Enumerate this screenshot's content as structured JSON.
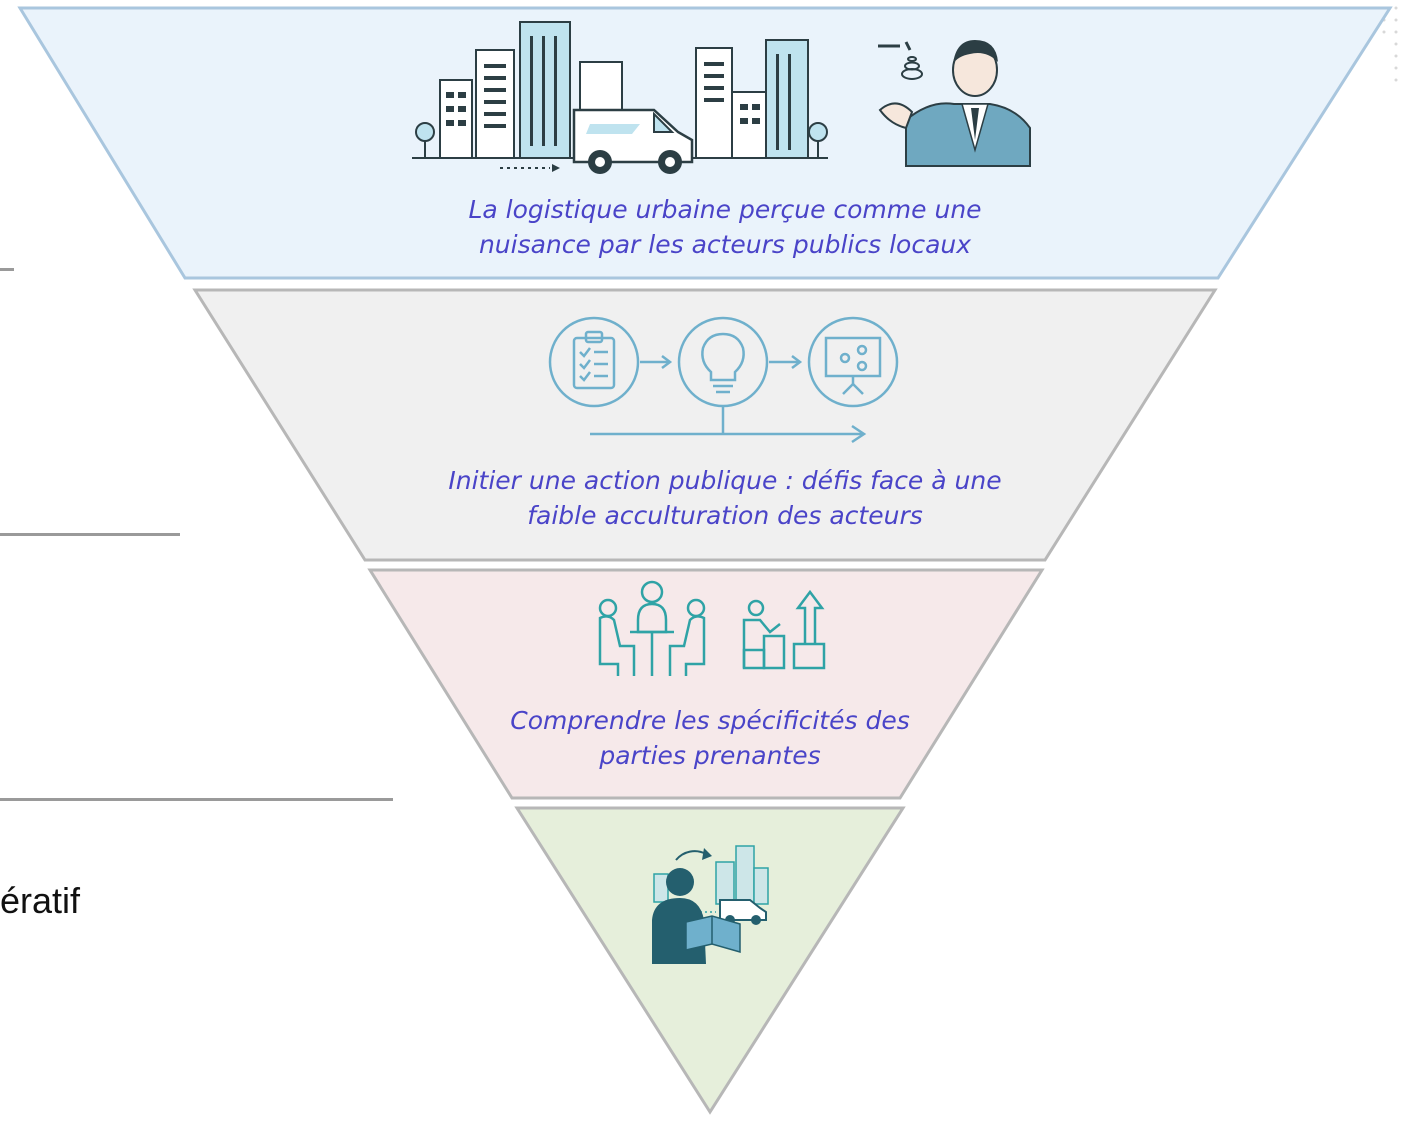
{
  "colors": {
    "level1_fill": "#eaf3fb",
    "level1_border": "#a9c6de",
    "level2_fill": "#f0f0f0",
    "level3_fill": "#f6e9ea",
    "level4_fill": "#e6efdb",
    "border_grey": "#b7b7b7",
    "caption_text": "#4a44c8",
    "icon_blue": "#6fb0cc",
    "icon_teal": "#2fa3a6",
    "icon_dark": "#245f6e"
  },
  "levels": [
    {
      "caption_line1": "La logistique urbaine perçue comme une",
      "caption_line2": "nuisance par les acteurs publics locaux",
      "icon": "city-van-official-icon"
    },
    {
      "caption_line1": "Initier une action publique : défis face à une",
      "caption_line2": "faible acculturation des acteurs",
      "icon": "checklist-idea-presentation-icon"
    },
    {
      "caption_line1": "Comprendre les spécificités des",
      "caption_line2": "parties prenantes",
      "icon": "meeting-people-icon"
    },
    {
      "icon": "person-reading-city-icon"
    }
  ],
  "side": {
    "partial_text": "ératif"
  }
}
